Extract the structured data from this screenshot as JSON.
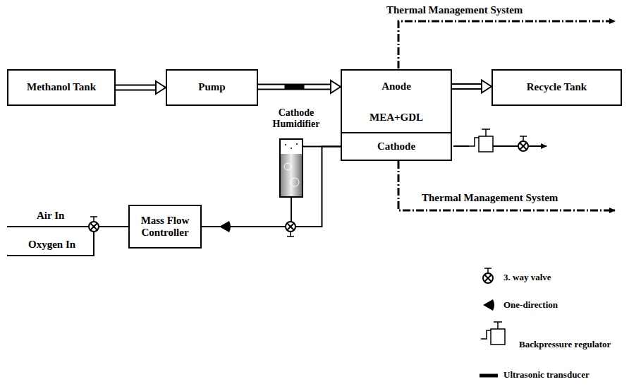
{
  "diagram": {
    "nodes": [
      {
        "text": [
          "Methanol Tank"
        ]
      },
      {
        "text": [
          "Pump"
        ]
      },
      {
        "text": [
          "Anode"
        ]
      },
      {
        "text": [
          "MEA+GDL"
        ]
      },
      {
        "text": [
          "Cathode"
        ]
      },
      {
        "text": [
          "Recycle Tank"
        ]
      },
      {
        "text": [
          "Cathode Humidifier"
        ]
      },
      {
        "text": [
          "Mass Flow Controller"
        ]
      }
    ],
    "edges": [
      {
        "from": 0,
        "to": 1,
        "arrow": "to"
      },
      {
        "from": 1,
        "to": 2,
        "arrow": "to"
      },
      {
        "from": 2,
        "to": 5,
        "arrow": "to"
      },
      {
        "from": 7,
        "to": 6,
        "arrow": "none"
      },
      {
        "from": 6,
        "to": 4,
        "arrow": "none"
      },
      {
        "from": 7,
        "to": 4,
        "arrow": "none"
      }
    ],
    "labels": [
      "Thermal Management System",
      "Thermal Management System",
      "Air In",
      "Oxygen In"
    ],
    "legend": [
      {
        "text": "3. way valve"
      },
      {
        "text": "One-direction"
      },
      {
        "text": "Backpressure regulator"
      },
      {
        "text": "Ultrasonic transducer"
      }
    ]
  }
}
